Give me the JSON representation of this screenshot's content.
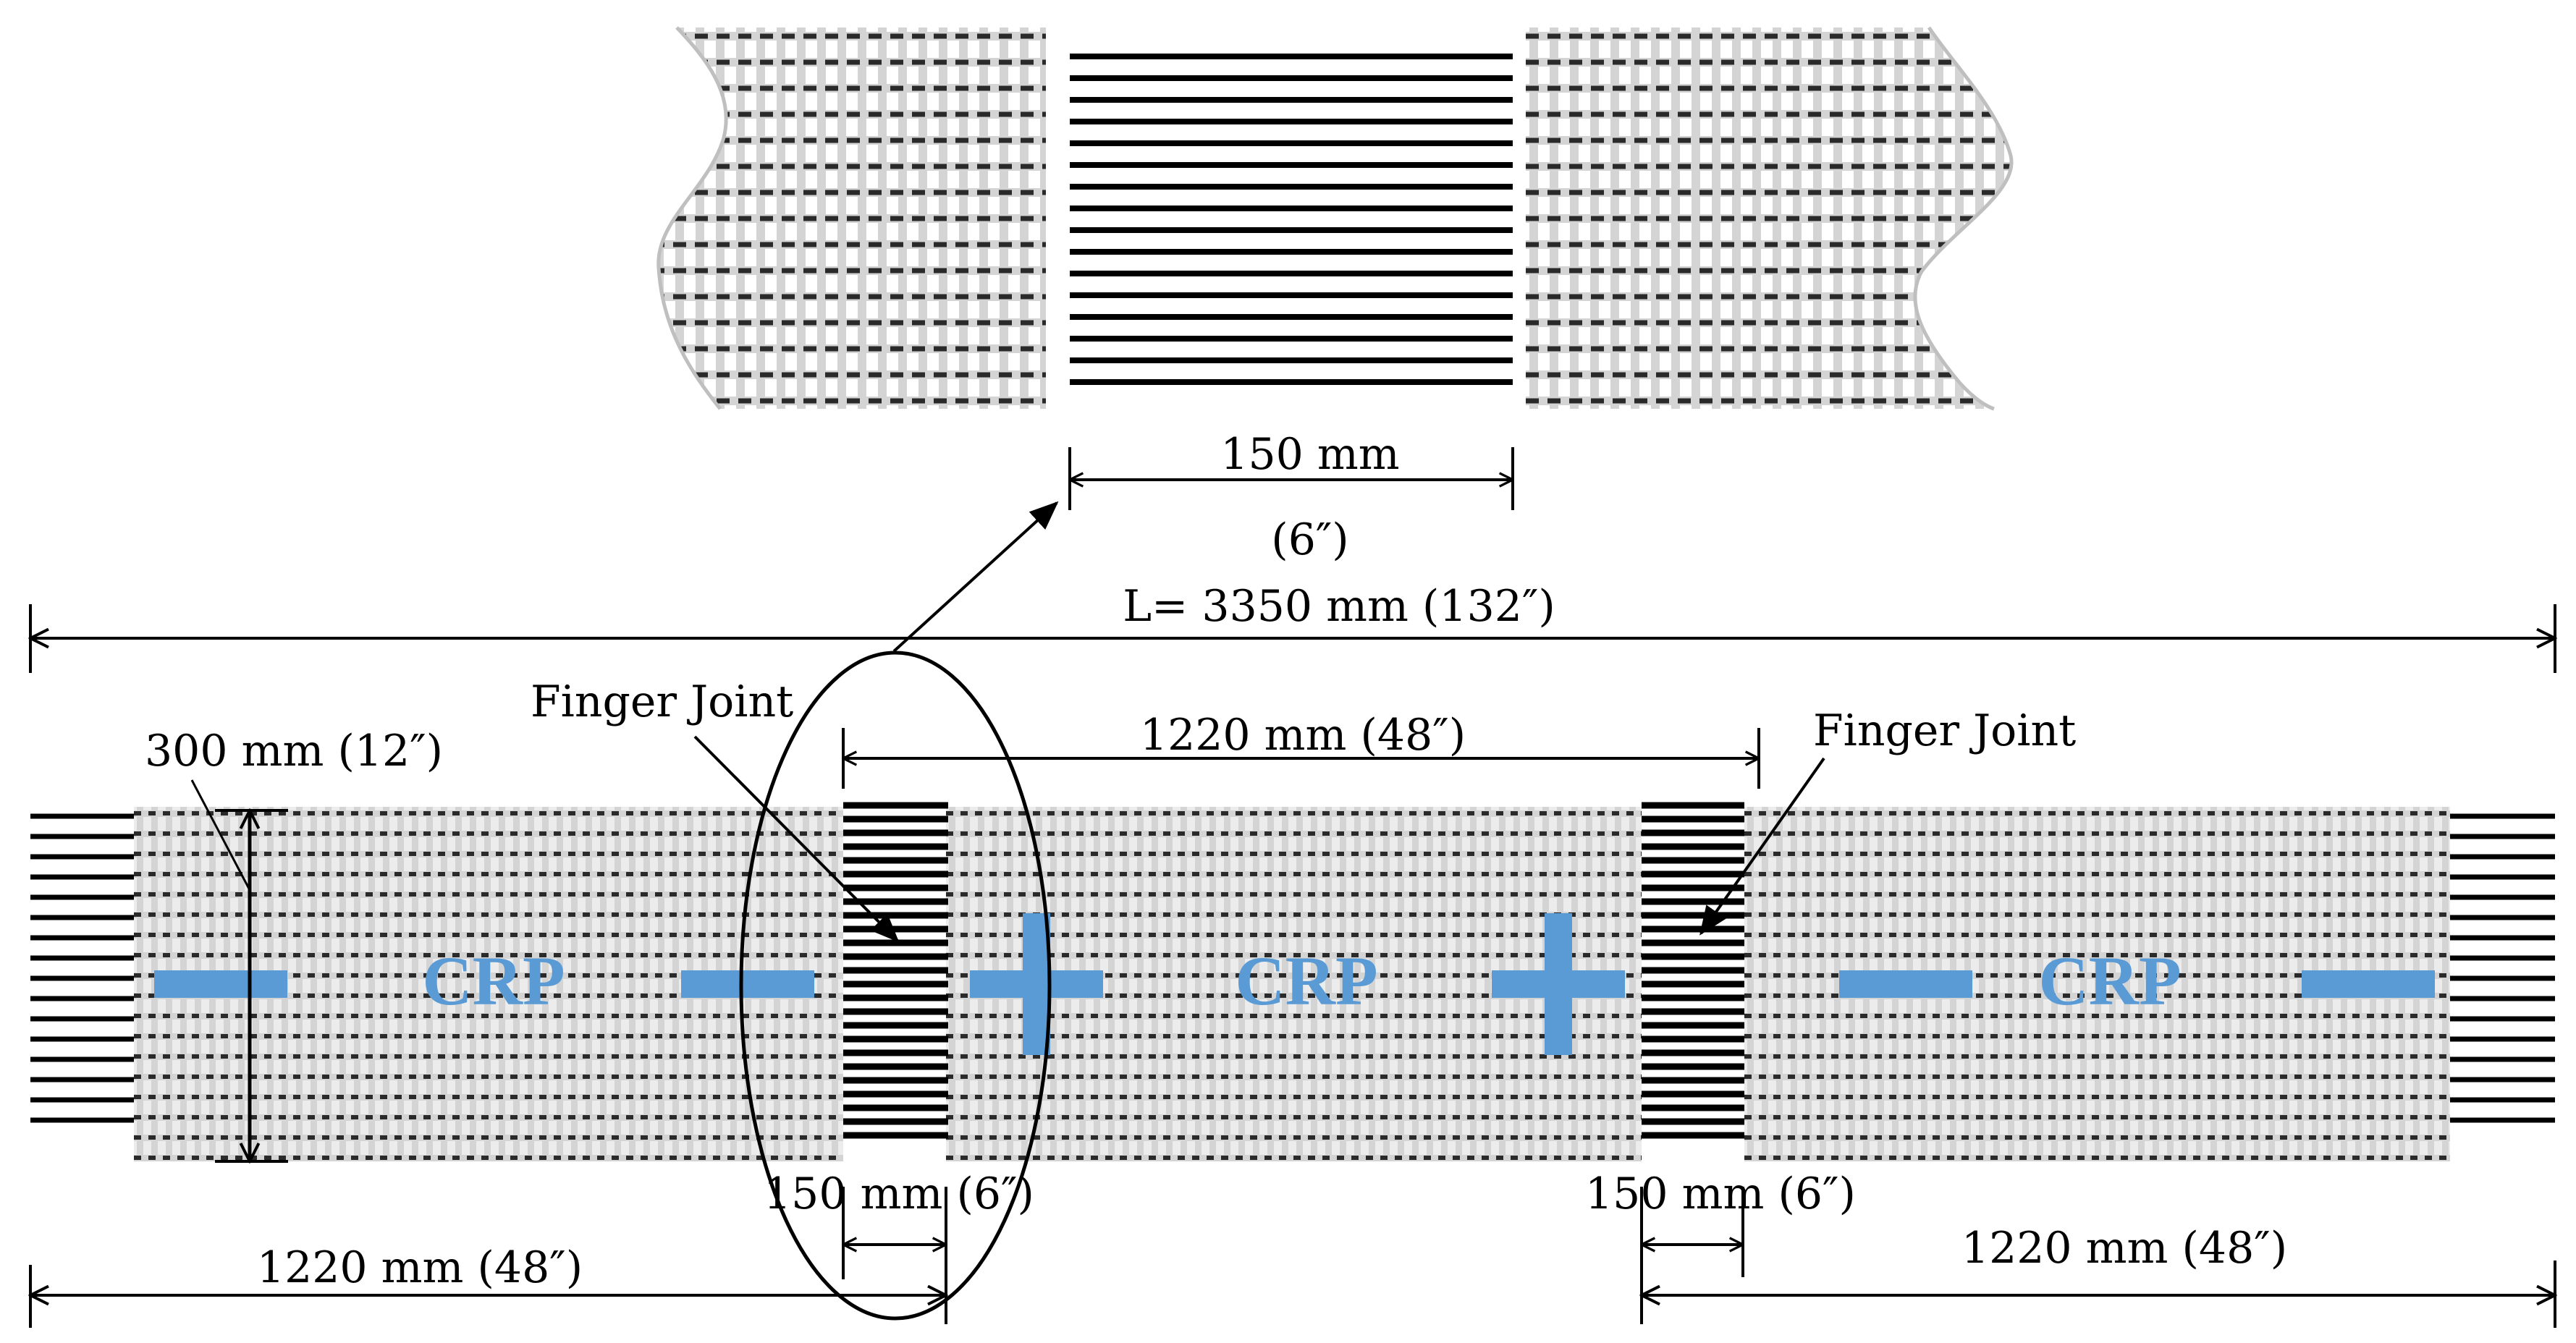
{
  "colors": {
    "fiber": "#000000",
    "grid": "#d4d4d4",
    "grid_dash": "#2a2a2a",
    "crp_text": "#5b9bd5",
    "sign": "#5b9bd5",
    "background": "#ffffff"
  },
  "labels": {
    "overlap_length": "150 mm",
    "overlap_length_in": "(6″)",
    "total_length": "L= 3350 mm (132″)",
    "finger_joint_left": "Finger Joint",
    "finger_joint_right": "Finger Joint",
    "middle_length": "1220 mm (48″)",
    "width": "300 mm (12″)",
    "joint_width_left": "150 mm (6″)",
    "joint_width_right": "150 mm (6″)",
    "left_length": "1220 mm (48″)",
    "right_length": "1220 mm (48″)"
  },
  "panels": [
    {
      "material": "CRP",
      "signs": [
        "minus",
        "minus"
      ]
    },
    {
      "material": "CRP",
      "signs": [
        "plus",
        "plus"
      ]
    },
    {
      "material": "CRP",
      "signs": [
        "minus",
        "minus"
      ]
    }
  ]
}
